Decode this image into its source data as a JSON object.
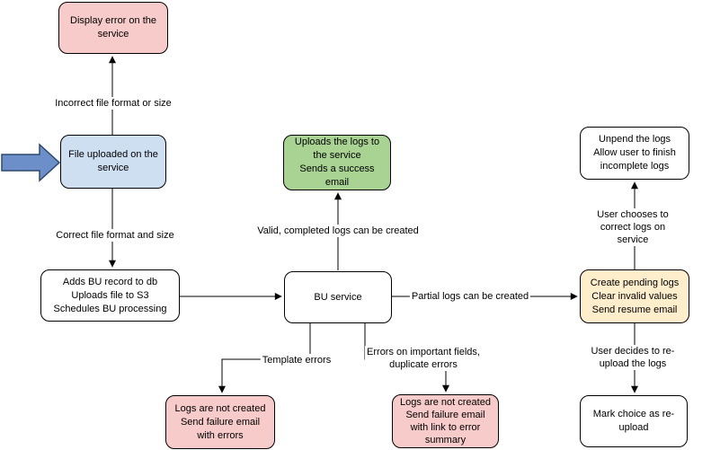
{
  "nodes": {
    "display_error": {
      "text": "Display error on the\nservice"
    },
    "file_uploaded": {
      "text": "File uploaded on the\nservice"
    },
    "adds_bu_record": {
      "text": "Adds BU record to db\nUploads file to S3\nSchedules BU processing"
    },
    "bu_service": {
      "text": "BU service"
    },
    "uploads_logs": {
      "text": "Uploads the logs to\nthe service\nSends a success\nemail"
    },
    "unpend_logs": {
      "text": "Unpend the logs\nAllow user to finish\nincomplete logs"
    },
    "create_pending": {
      "text": "Create pending logs\nClear invalid values\nSend resume email"
    },
    "mark_choice": {
      "text": "Mark choice as re-\nupload"
    },
    "fail_template": {
      "text": "Logs are not created\nSend failure email\nwith errors"
    },
    "fail_important": {
      "text": "Logs are not created\nSend failure email\nwith link to error\nsummary"
    }
  },
  "edge_labels": {
    "incorrect_format": "Incorrect file format or size",
    "correct_format": "Correct file format and size",
    "valid_logs": "Valid, completed logs can be created",
    "partial_logs": "Partial logs can be created",
    "template_errors": "Template errors",
    "important_errors": "Errors on important fields,\nduplicate errors",
    "choose_correct": "User chooses to correct logs on service",
    "reupload": "User decides to re-upload the logs"
  },
  "colors": {
    "node_fill_pink": "#f6cbca",
    "node_fill_blue": "#cfdff2",
    "node_fill_green": "#a8d392",
    "node_fill_yellow": "#ffeecb",
    "node_fill_white": "#ffffff",
    "node_border": "#000000",
    "arrow_color": "#000000",
    "big_arrow_fill": "#6d8fc9",
    "big_arrow_border": "#2e4a71",
    "canvas_background": "#ffffff"
  }
}
